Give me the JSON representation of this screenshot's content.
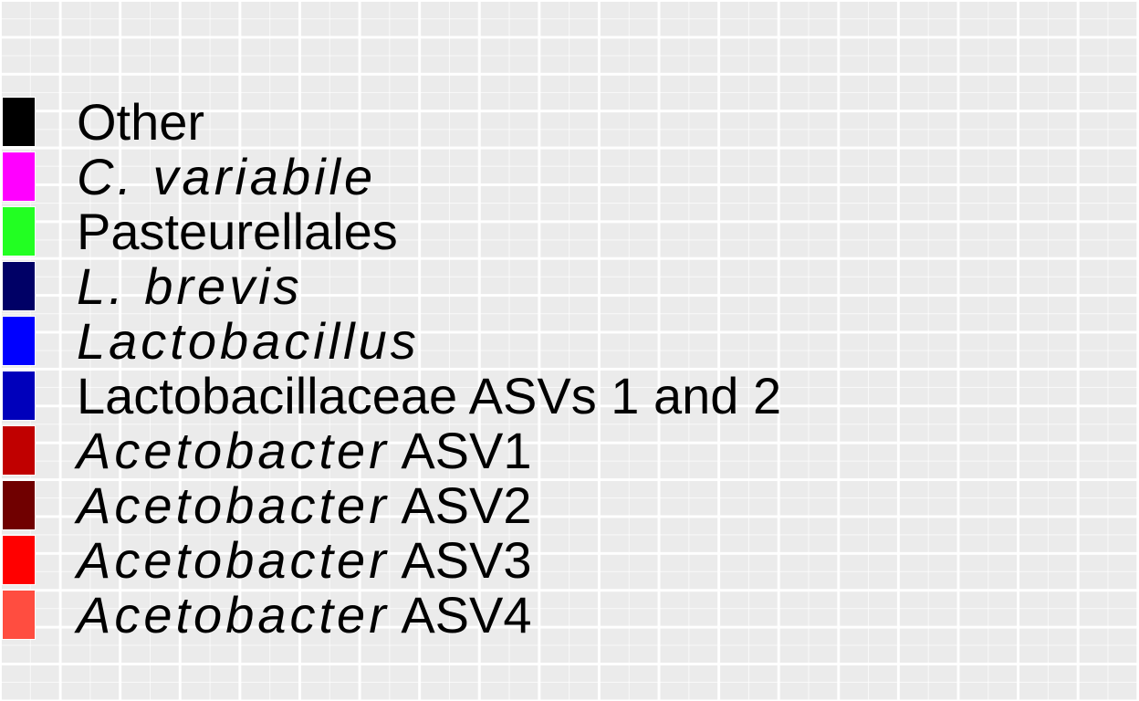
{
  "chart_data": {
    "type": "legend",
    "grid": true,
    "legend_position": "left",
    "legend": [
      {
        "italic": "",
        "text": "Other",
        "color": "#000000"
      },
      {
        "italic": "C. variabile",
        "text": "",
        "color": "#ff00ff"
      },
      {
        "italic": "",
        "text": "Pasteurellales",
        "color": "#22ff22"
      },
      {
        "italic": "L. brevis",
        "text": "",
        "color": "#000066"
      },
      {
        "italic": "Lactobacillus",
        "text": "",
        "color": "#0000ff"
      },
      {
        "italic": "",
        "text": "Lactobacillaceae ASVs 1 and 2",
        "color": "#0000bb"
      },
      {
        "italic": "Acetobacter",
        "text": "ASV1",
        "color": "#c00000"
      },
      {
        "italic": "Acetobacter",
        "text": "ASV2",
        "color": "#700000"
      },
      {
        "italic": "Acetobacter",
        "text": "ASV3",
        "color": "#ff0000"
      },
      {
        "italic": "Acetobacter",
        "text": "ASV4",
        "color": "#ff4d40"
      }
    ]
  }
}
